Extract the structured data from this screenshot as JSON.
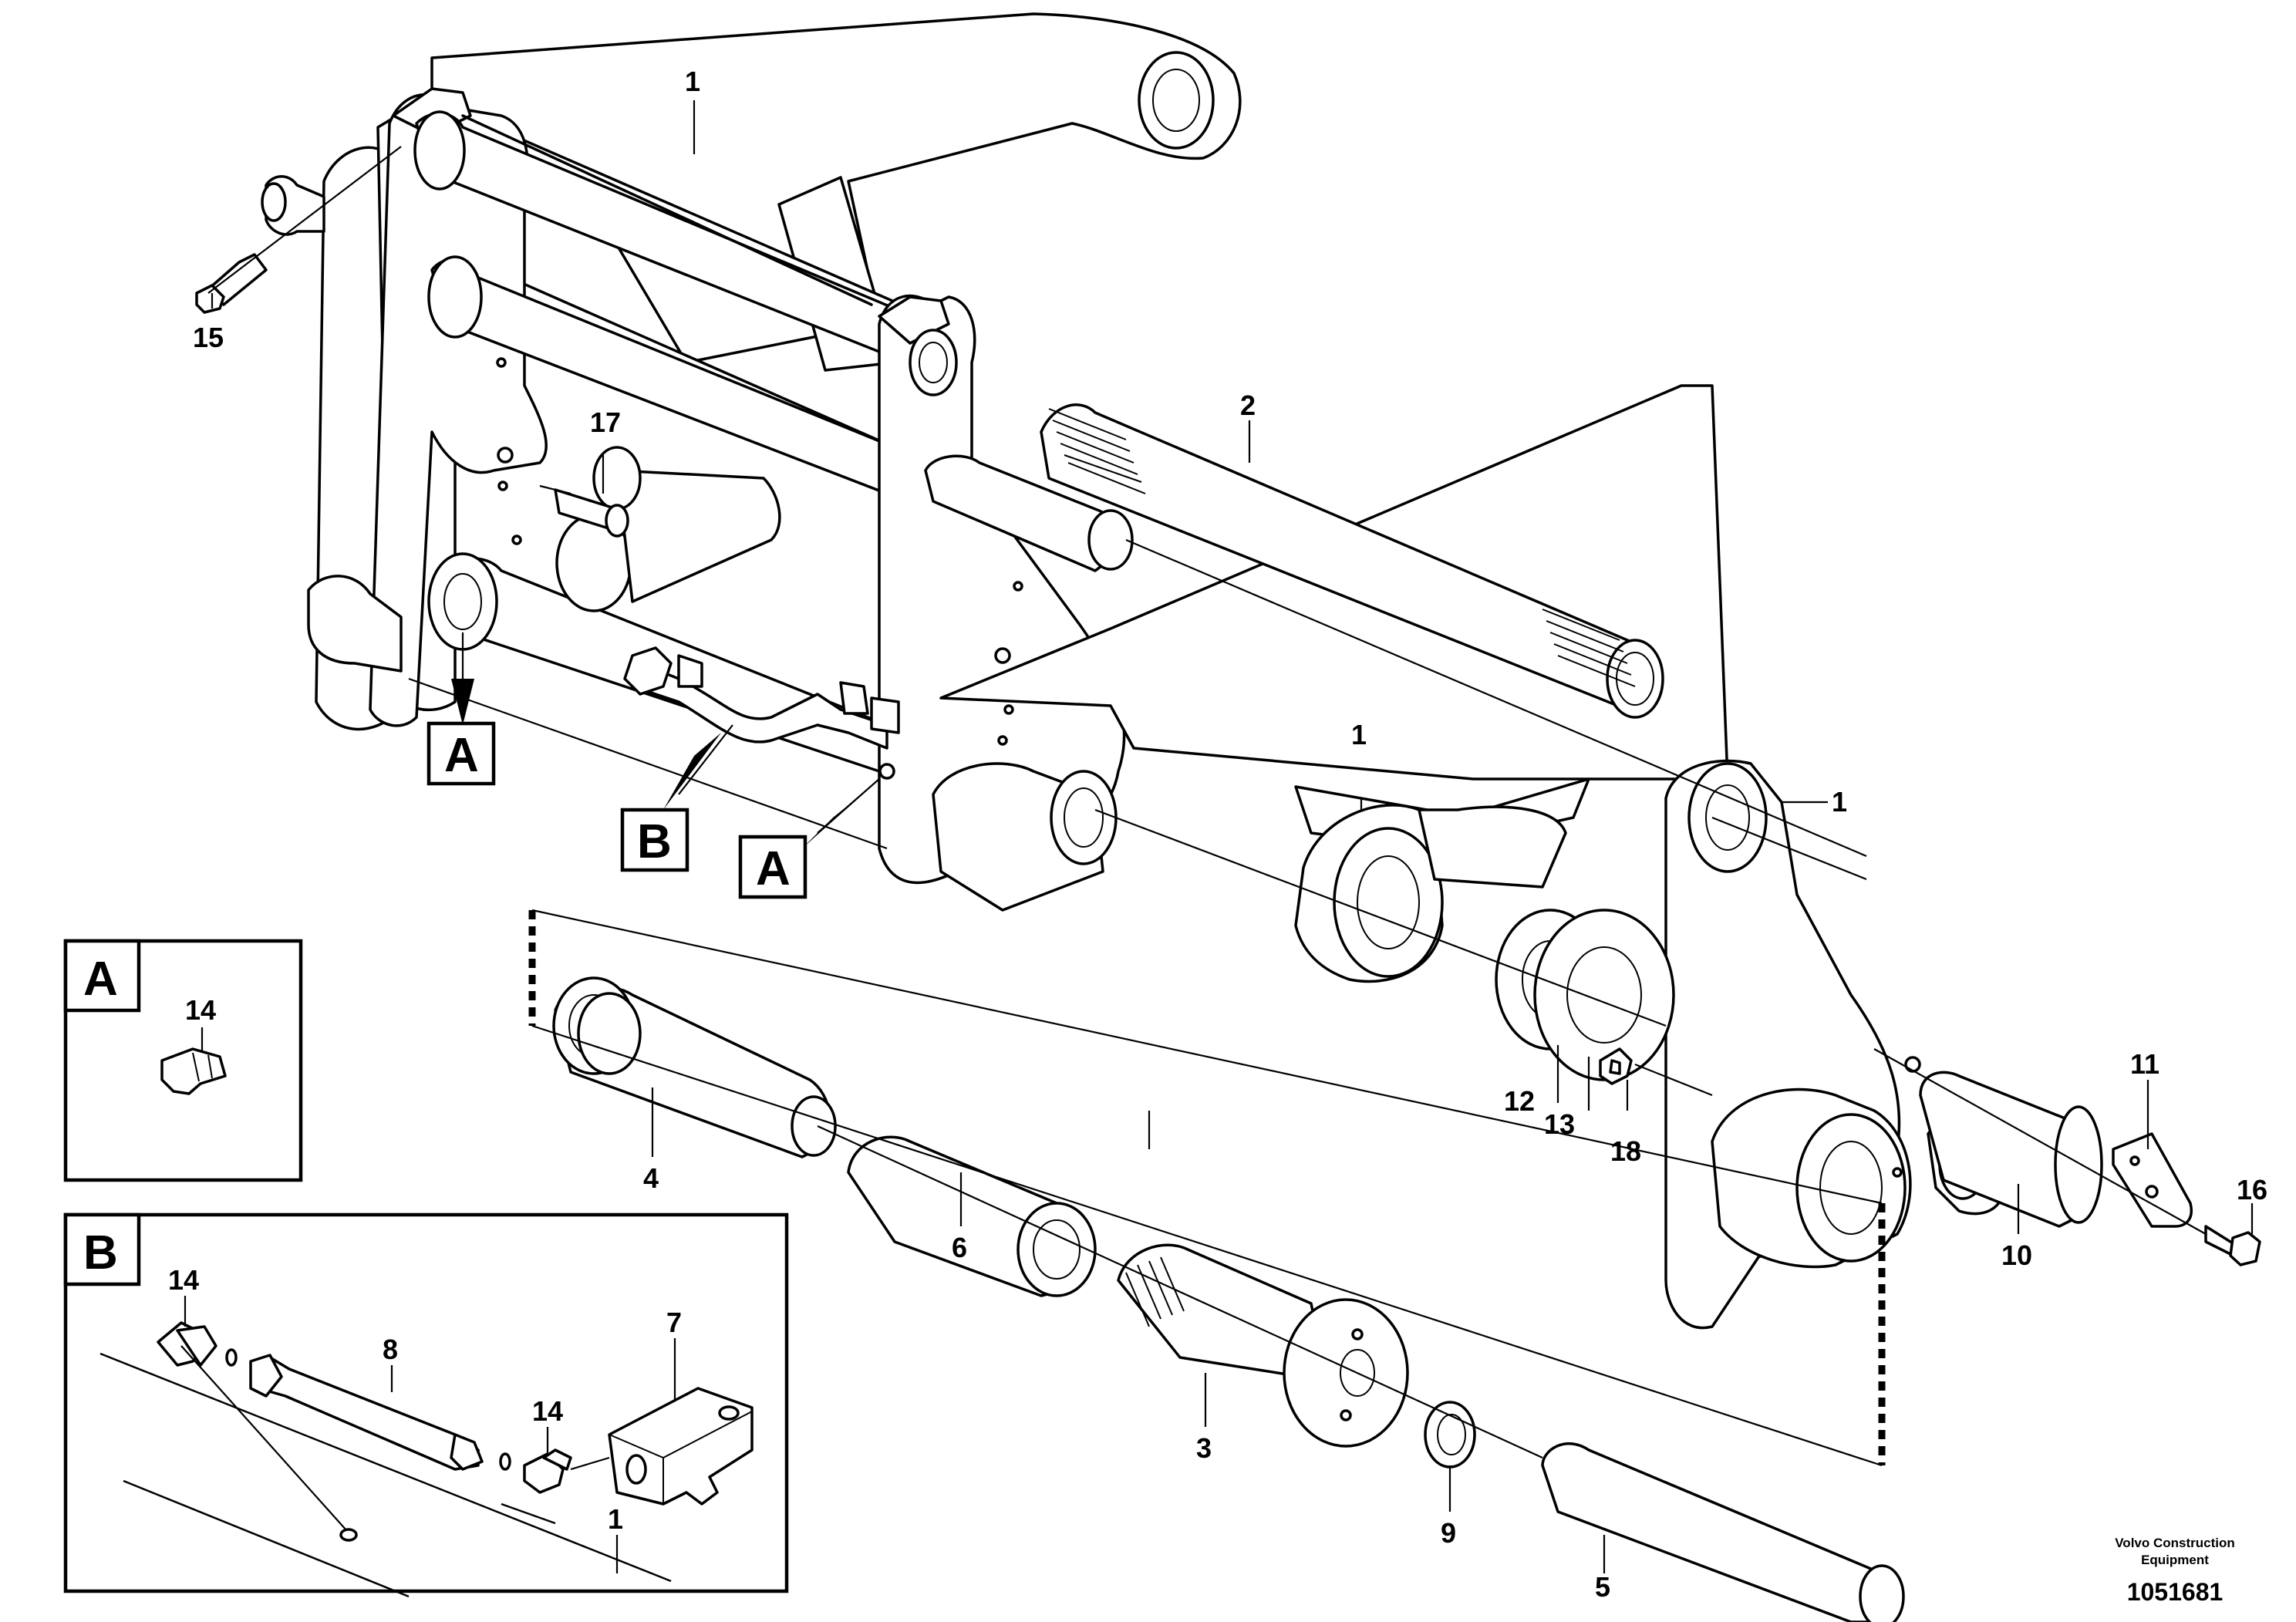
{
  "diagram": {
    "callouts": {
      "c1_top": "1",
      "c1_mid": "1",
      "c1_right": "1",
      "c2": "2",
      "c3": "3",
      "c4": "4",
      "c5": "5",
      "c6": "6",
      "c9": "9",
      "c10": "10",
      "c11": "11",
      "c12": "12",
      "c13": "13",
      "c15": "15",
      "c16": "16",
      "c17": "17",
      "c18": "18"
    },
    "references": {
      "a_left": "A",
      "b_main": "B",
      "a_right": "A"
    },
    "detail_a": {
      "label": "A",
      "callout_14": "14"
    },
    "detail_b": {
      "label": "B",
      "callout_14_left": "14",
      "callout_8": "8",
      "callout_7": "7",
      "callout_14_right": "14",
      "callout_1": "1"
    },
    "caption": {
      "line1": "Volvo Construction",
      "line2": "Equipment",
      "figure_number": "1051681"
    }
  }
}
